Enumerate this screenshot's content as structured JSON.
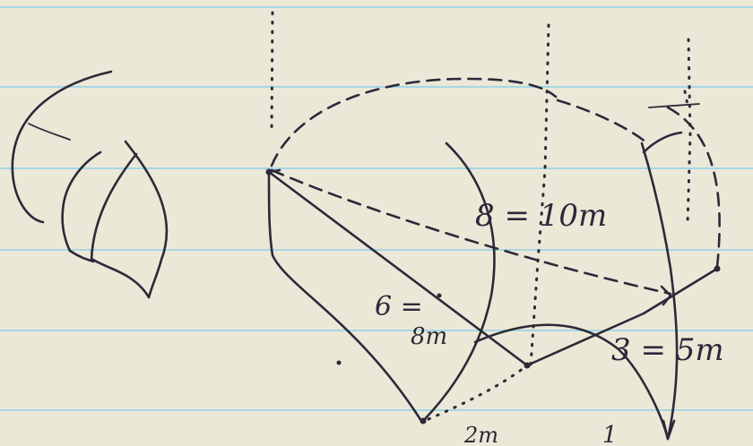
{
  "labels": {
    "long_edge": "8 = 10m",
    "mid_edge_top": "6 =",
    "mid_edge_bottom": "8m",
    "right_edge": "3 = 5m",
    "bottom_short": "2m",
    "corner_mark": "1"
  },
  "colors": {
    "paper": "#ece8d8",
    "rule_line": "#8fd0e8",
    "ink": "#2b2a38"
  }
}
